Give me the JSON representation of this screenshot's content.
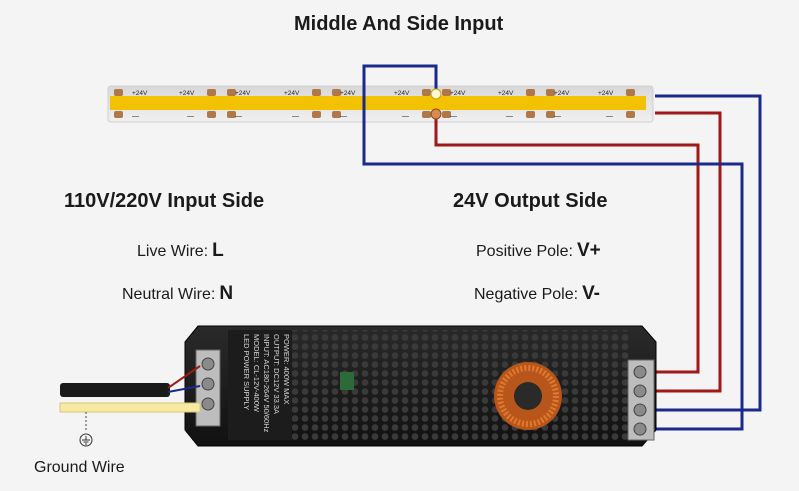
{
  "title": "Middle And Side Input",
  "input_side": {
    "heading": "110V/220V Input Side",
    "live_label": "Live Wire:",
    "live_symbol": "L",
    "neutral_label": "Neutral Wire:",
    "neutral_symbol": "N"
  },
  "output_side": {
    "heading": "24V Output Side",
    "positive_label": "Positive Pole:",
    "positive_symbol": "V+",
    "negative_label": "Negative Pole:",
    "negative_symbol": "V-"
  },
  "strip": {
    "pad_plus": "+24V",
    "pad_minus": "—"
  },
  "power_supply": {
    "label_lines": [
      "LED  POWER  SUPPLY",
      "MODEL: CL-12V-400W",
      "INPUT: AC180-264V 50/60Hz",
      "OUTPUT: DC12V 33.3A",
      "POWER: 400W  MAX"
    ]
  },
  "ground_label": "Ground Wire",
  "colors": {
    "positive_wire": "#a01818",
    "negative_wire": "#1a2a8c",
    "strip_yellow": "#f2c200",
    "strip_white": "#e9e9ea",
    "psu_body": "#1d1d1d"
  }
}
